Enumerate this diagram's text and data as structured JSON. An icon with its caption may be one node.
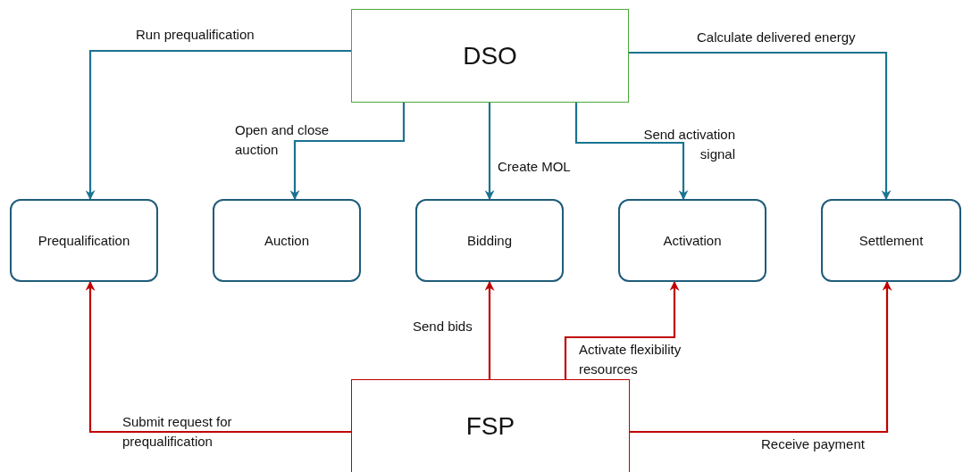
{
  "diagram": {
    "nodes": [
      {
        "text": [
          "DSO"
        ]
      },
      {
        "text": [
          "Prequalification"
        ]
      },
      {
        "text": [
          "Auction"
        ]
      },
      {
        "text": [
          "Bidding"
        ]
      },
      {
        "text": [
          "Activation"
        ]
      },
      {
        "text": [
          "Settlement"
        ]
      },
      {
        "text": [
          "FSP"
        ]
      }
    ],
    "edges": [
      {
        "from": 0,
        "to": 1,
        "arrow": "to",
        "label": "Run prequalification"
      },
      {
        "from": 0,
        "to": 2,
        "arrow": "to",
        "label": "Open and close auction"
      },
      {
        "from": 0,
        "to": 3,
        "arrow": "to",
        "label": "Create MOL"
      },
      {
        "from": 0,
        "to": 4,
        "arrow": "to",
        "label": "Send activation signal"
      },
      {
        "from": 0,
        "to": 5,
        "arrow": "to",
        "label": "Calculate delivered energy"
      },
      {
        "from": 6,
        "to": 1,
        "arrow": "to",
        "label": "Submit request for prequalification",
        "color": "#c00000"
      },
      {
        "from": 6,
        "to": 3,
        "arrow": "to",
        "label": "Send bids",
        "color": "#c00000"
      },
      {
        "from": 6,
        "to": 4,
        "arrow": "to",
        "label": "Activate flexibility resources",
        "color": "#c00000"
      },
      {
        "from": 6,
        "to": 5,
        "arrow": "to",
        "label": "Receive payment",
        "color": "#c00000"
      }
    ]
  }
}
